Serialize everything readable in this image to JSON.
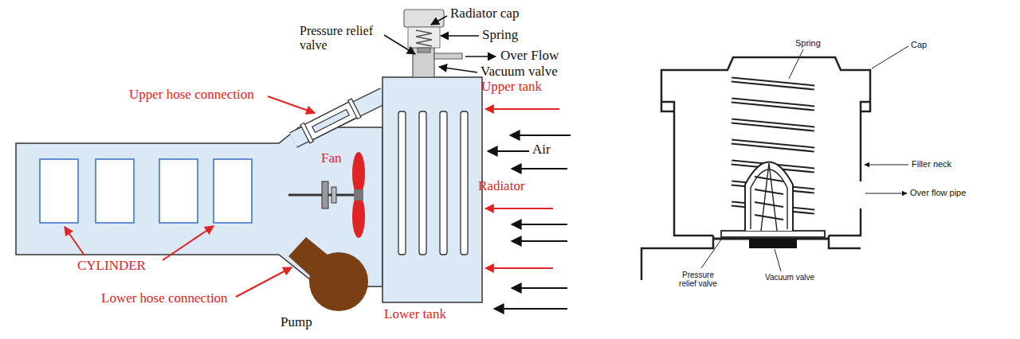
{
  "diagram": {
    "labels": [
      "Radiator cap",
      "Pressure relief valve",
      "Spring",
      "Over Flow",
      "Vacuum valve",
      "Upper hose connection",
      "Upper tank",
      "Air",
      "Fan",
      "Radiator",
      "CYLINDER",
      "Lower hose connection",
      "Pump",
      "Lower tank",
      "Spring",
      "Cap",
      "Filler neck",
      "Over flow pipe",
      "Pressure relief valve",
      "Vacuum valve"
    ]
  }
}
